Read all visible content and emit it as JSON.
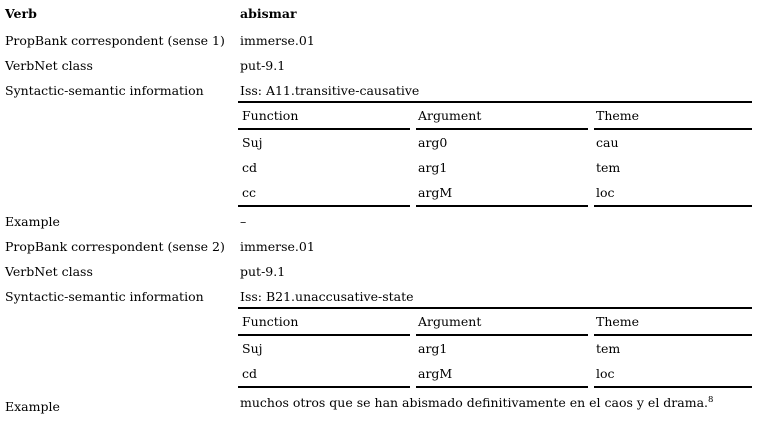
{
  "entry": {
    "header": {
      "label": "Verb",
      "value": "abismar"
    },
    "senses": [
      {
        "propbank_label": "PropBank correspondent (sense 1)",
        "propbank_value": "immerse.01",
        "verbnet_label": "VerbNet class",
        "verbnet_value": "put-9.1",
        "syntsem_label": "Syntactic-semantic information",
        "syntsem_value": "Iss: A11.transitive-causative",
        "table": {
          "columns": [
            "Function",
            "Argument",
            "Theme"
          ],
          "rows": [
            [
              "Suj",
              "arg0",
              "cau"
            ],
            [
              "cd",
              "arg1",
              "tem"
            ],
            [
              "cc",
              "argM",
              "loc"
            ]
          ]
        },
        "example_label": "Example",
        "example_value": "–",
        "example_footnote": ""
      },
      {
        "propbank_label": "PropBank correspondent (sense 2)",
        "propbank_value": "immerse.01",
        "verbnet_label": "VerbNet class",
        "verbnet_value": "put-9.1",
        "syntsem_label": "Syntactic-semantic information",
        "syntsem_value": "Iss: B21.unaccusative-state",
        "table": {
          "columns": [
            "Function",
            "Argument",
            "Theme"
          ],
          "rows": [
            [
              "Suj",
              "arg1",
              "tem"
            ],
            [
              "cd",
              "argM",
              "loc"
            ]
          ]
        },
        "example_label": "Example",
        "example_value": "muchos otros que se han abismado definitivamente en el caos y el drama.",
        "example_footnote": "8"
      }
    ]
  },
  "colors": {
    "text": "#000000",
    "rule": "#000000",
    "background": "#ffffff"
  }
}
